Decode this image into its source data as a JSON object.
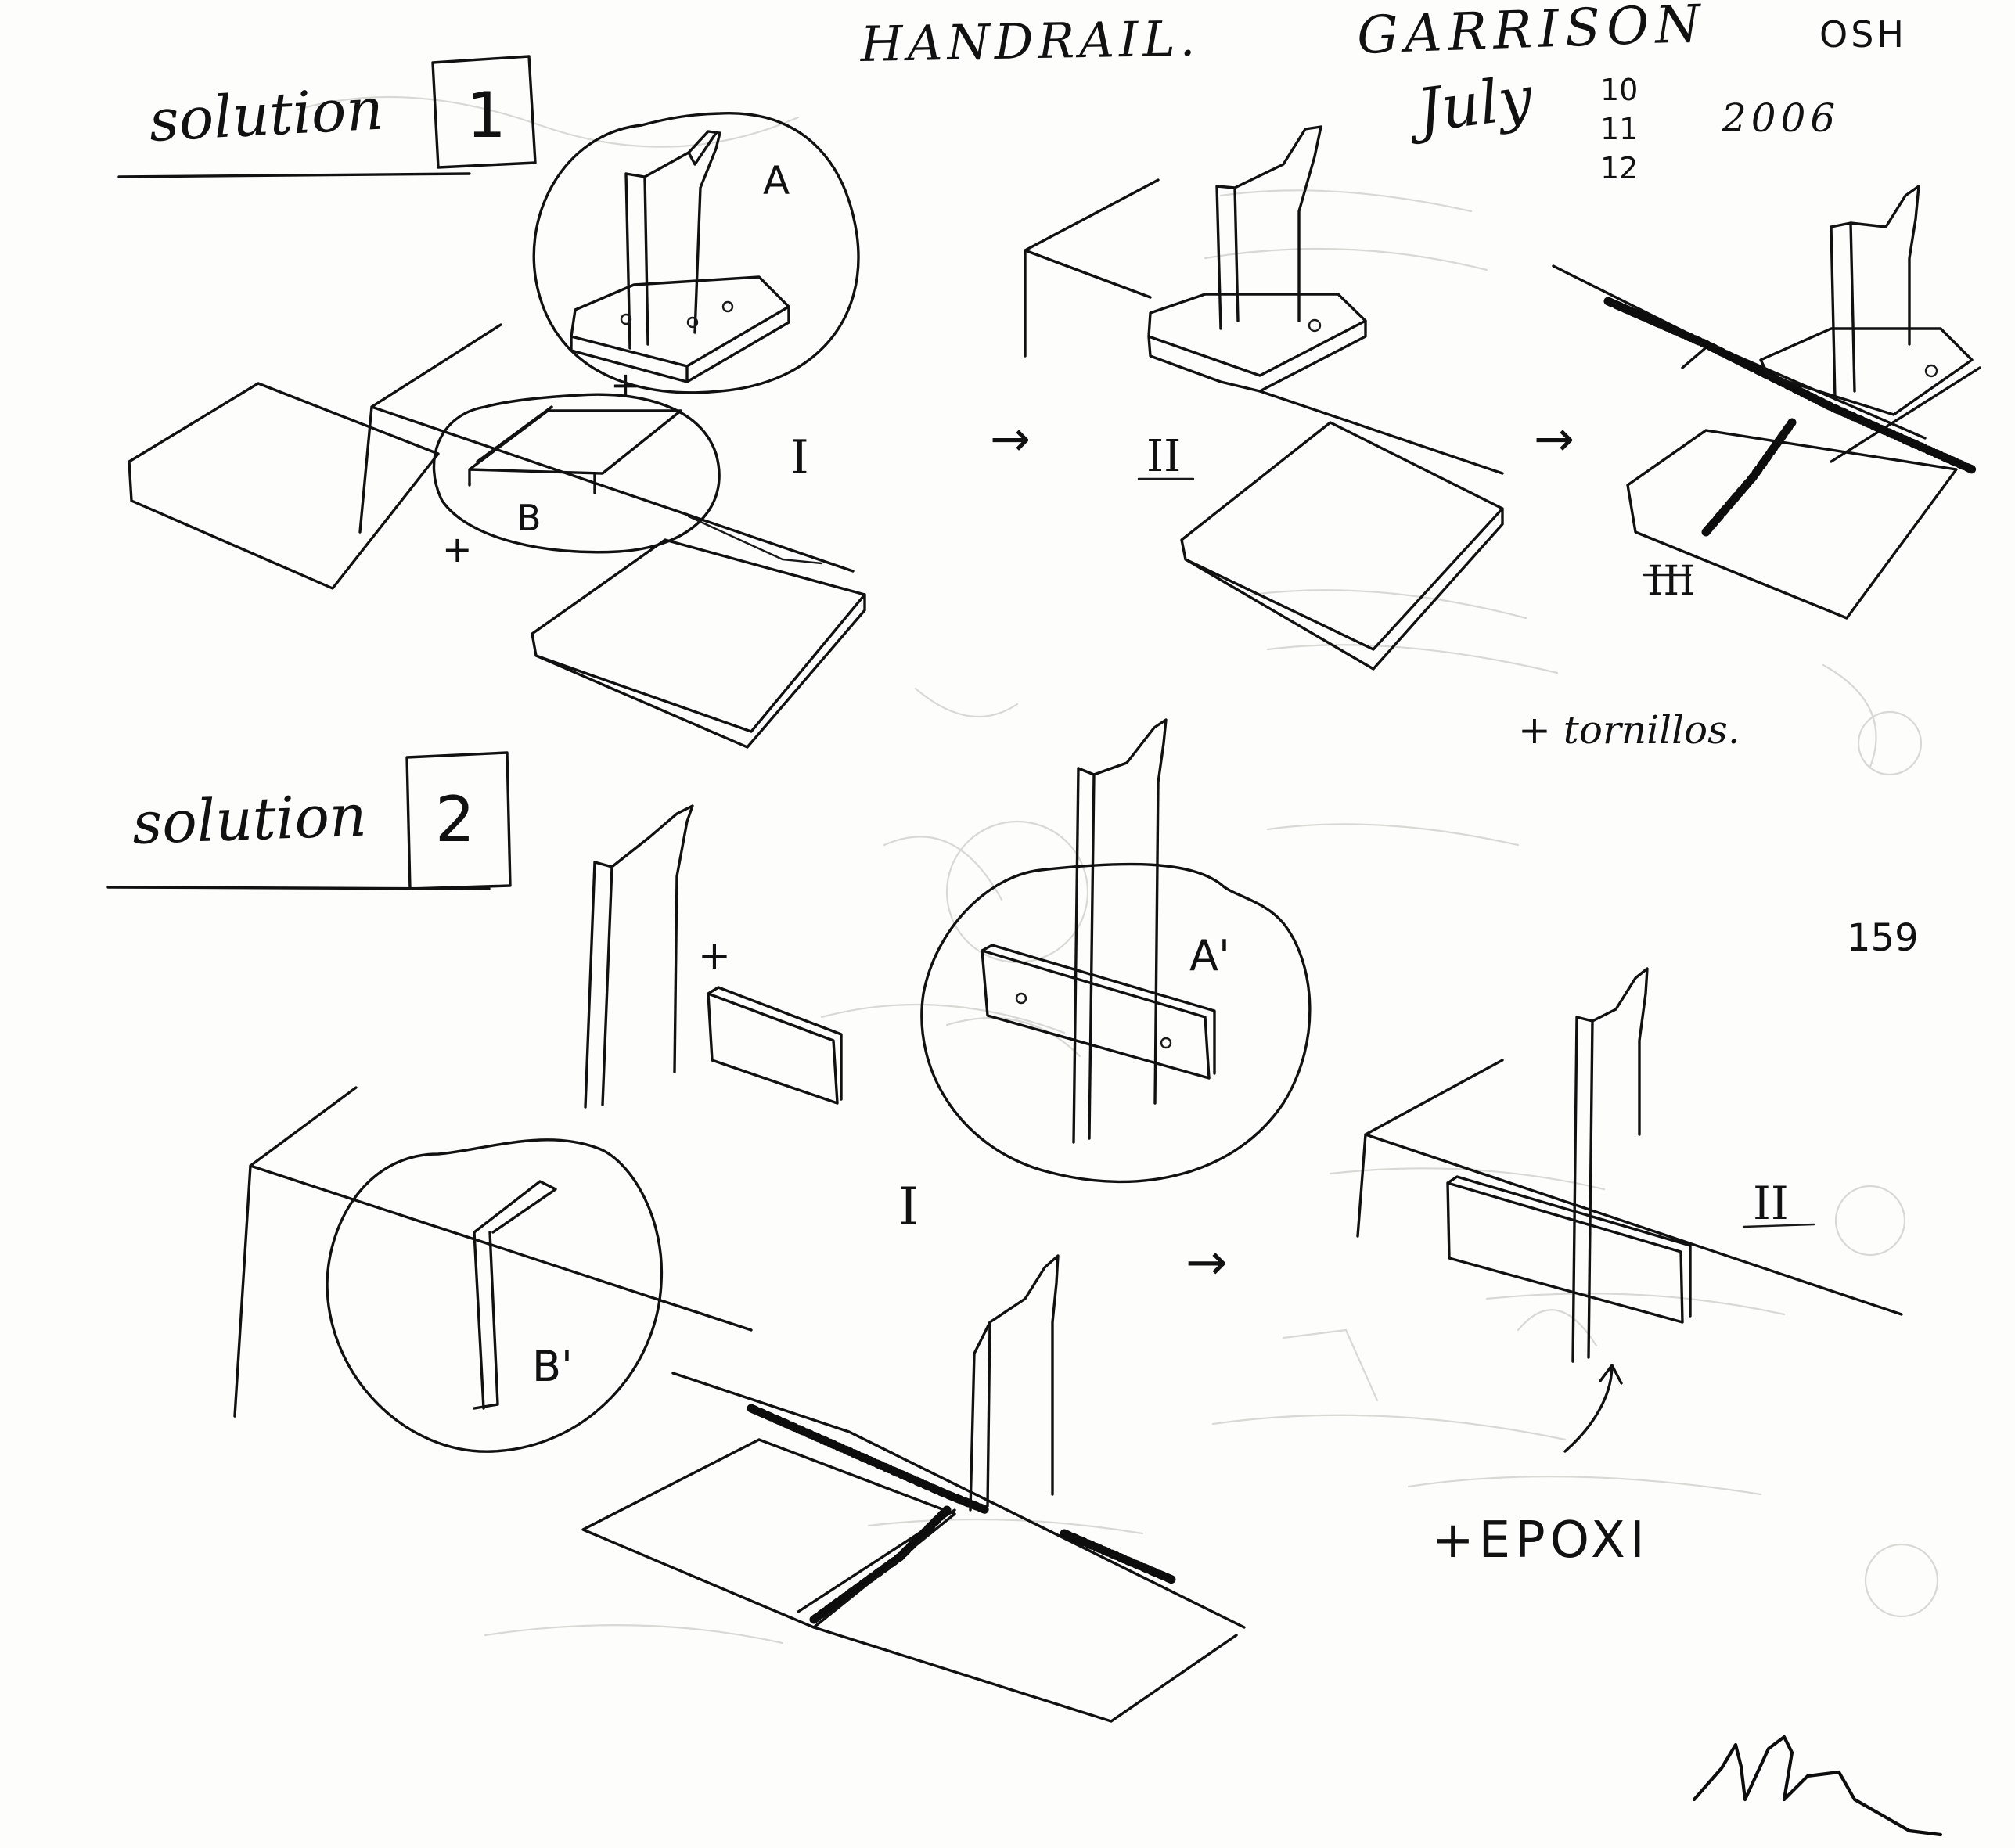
{
  "header": {
    "title": "HANDRAIL.",
    "project": "GARRISON",
    "code": "OSH",
    "date_month": "July",
    "date_days": [
      "10",
      "11",
      "12"
    ],
    "date_year": "2006"
  },
  "solution_1": {
    "label": "solution",
    "number": "1",
    "detail_a": "A",
    "detail_b": "B",
    "plus_1": "+",
    "plus_2": "+",
    "step_1": "I",
    "arrow_1": "→",
    "step_2": "II",
    "arrow_2": "→",
    "step_3": "III",
    "note": "+ tornillos."
  },
  "solution_2": {
    "label": "solution",
    "number": "2",
    "plus": "+",
    "detail_a": "A'",
    "detail_b": "B'",
    "step_1": "I",
    "arrow": "→",
    "step_2": "II",
    "note": "+EPOXI"
  },
  "page_number": "159",
  "ink_color": "#111111",
  "paper_color": "#fdfdfc"
}
